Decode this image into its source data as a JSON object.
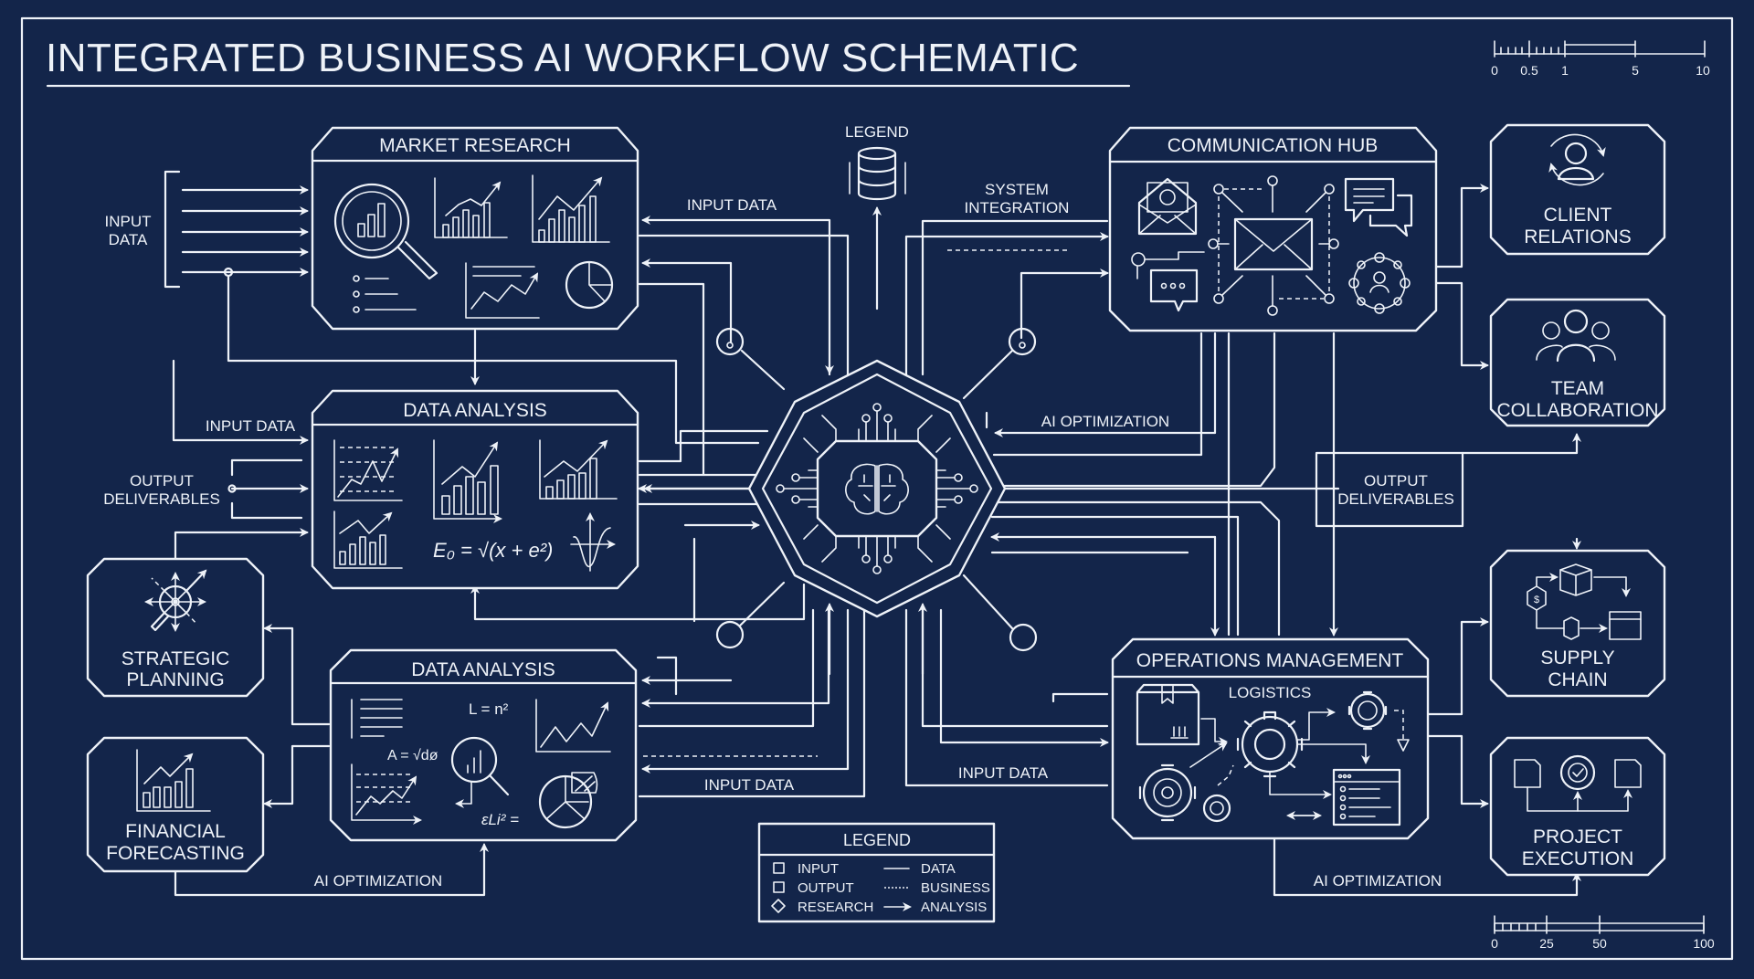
{
  "title": "INTEGRATED BUSINESS AI WORKFLOW SCHEMATIC",
  "scale_top": {
    "ticks": [
      "0",
      "0.5",
      "1",
      "5",
      "10"
    ]
  },
  "scale_bottom": {
    "ticks": [
      "0",
      "25",
      "50",
      "100"
    ]
  },
  "modules": {
    "market_research": {
      "title": "MARKET RESEARCH"
    },
    "data_analysis_1": {
      "title": "DATA ANALYSIS",
      "formula": "E₀ = √(x + e²)"
    },
    "data_analysis_2": {
      "title": "DATA ANALYSIS",
      "formula_1": "L = n²",
      "formula_2": "A = √dø",
      "formula_3": "εLi² ="
    },
    "communication_hub": {
      "title": "COMMUNICATION HUB"
    },
    "operations_management": {
      "title": "OPERATIONS MANAGEMENT",
      "subtitle": "LOGISTICS"
    }
  },
  "outcomes": {
    "strategic_planning": {
      "line1": "STRATEGIC",
      "line2": "PLANNING"
    },
    "financial_forecasting": {
      "line1": "FINANCIAL",
      "line2": "FORECASTING"
    },
    "client_relations": {
      "line1": "CLIENT",
      "line2": "RELATIONS"
    },
    "team_collaboration": {
      "line1": "TEAM",
      "line2": "COLLABORATION"
    },
    "supply_chain": {
      "line1": "SUPPLY",
      "line2": "CHAIN"
    },
    "project_execution": {
      "line1": "PROJECT",
      "line2": "EXECUTION"
    }
  },
  "flow_labels": {
    "input_data_left_1": "INPUT",
    "input_data_left_2": "DATA",
    "input_data_da": "INPUT DATA",
    "output_deliverables_left_1": "OUTPUT",
    "output_deliverables_left_2": "DELIVERABLES",
    "input_data_top": "INPUT DATA",
    "legend_db": "LEGEND",
    "system_integration_1": "SYSTEM",
    "system_integration_2": "INTEGRATION",
    "ai_optimization_right": "AI OPTIMIZATION",
    "output_deliverables_right_1": "OUTPUT",
    "output_deliverables_right_2": "DELIVERABLES",
    "input_data_bottom_left": "INPUT DATA",
    "input_data_bottom_right": "INPUT DATA",
    "ai_optimization_bottom_left": "AI OPTIMIZATION",
    "ai_optimization_bottom_right": "AI OPTIMIZATION"
  },
  "legend": {
    "title": "LEGEND",
    "shapes": [
      {
        "symbol": "square",
        "label": "INPUT"
      },
      {
        "symbol": "square",
        "label": "OUTPUT"
      },
      {
        "symbol": "diamond",
        "label": "RESEARCH"
      }
    ],
    "lines": [
      {
        "style": "solid",
        "label": "DATA"
      },
      {
        "style": "dashed",
        "label": "BUSINESS"
      },
      {
        "style": "arrow",
        "label": "ANALYSIS"
      }
    ]
  },
  "colors": {
    "background": "#13254a",
    "line": "#eef2f8"
  }
}
